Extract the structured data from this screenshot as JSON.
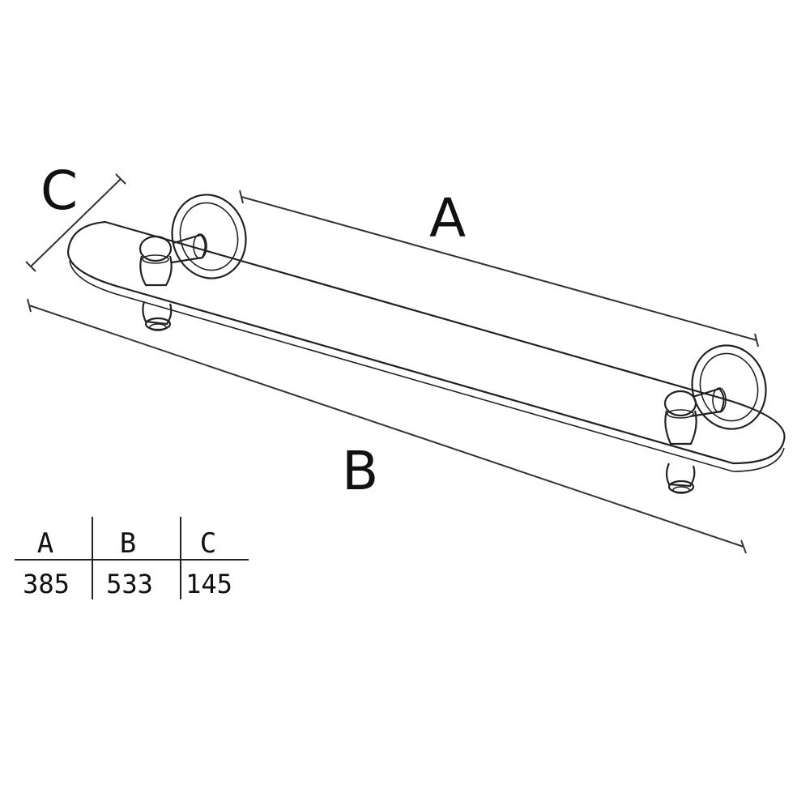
{
  "labels": {
    "dimension_a": "A",
    "dimension_b": "B",
    "dimension_c": "C"
  },
  "table": {
    "headers": [
      "A",
      "B",
      "C"
    ],
    "values": [
      "385",
      "533",
      "145"
    ]
  }
}
